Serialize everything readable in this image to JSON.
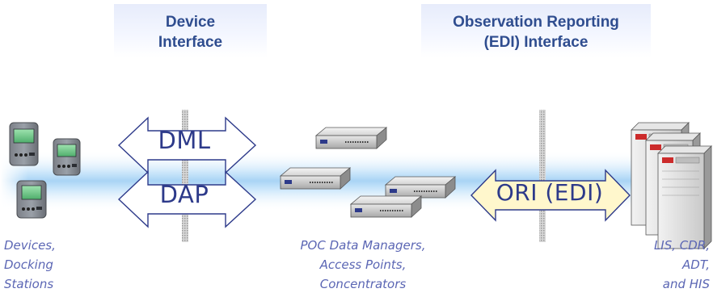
{
  "headers": {
    "device_interface": [
      "Device",
      "Interface"
    ],
    "observation_reporting": [
      "Observation Reporting",
      "(EDI) Interface"
    ]
  },
  "arrows": {
    "dml": "DML",
    "dap": "DAP",
    "ori": "ORI (EDI)"
  },
  "captions": {
    "devices": [
      "Devices,",
      "Docking",
      "Stations"
    ],
    "poc": [
      "POC Data Managers,",
      "Access Points,",
      "Concentrators"
    ],
    "lis": [
      "LIS, CDR,",
      "ADT,",
      "and HIS"
    ]
  },
  "colors": {
    "header_text": "#2f4d8f",
    "arrow_label": "#2d3a8a",
    "caption_text": "#5b66b4",
    "arrow_outline": "#2d3a8a",
    "ori_fill": "#fff7cc",
    "band": "#a9d4f5"
  }
}
